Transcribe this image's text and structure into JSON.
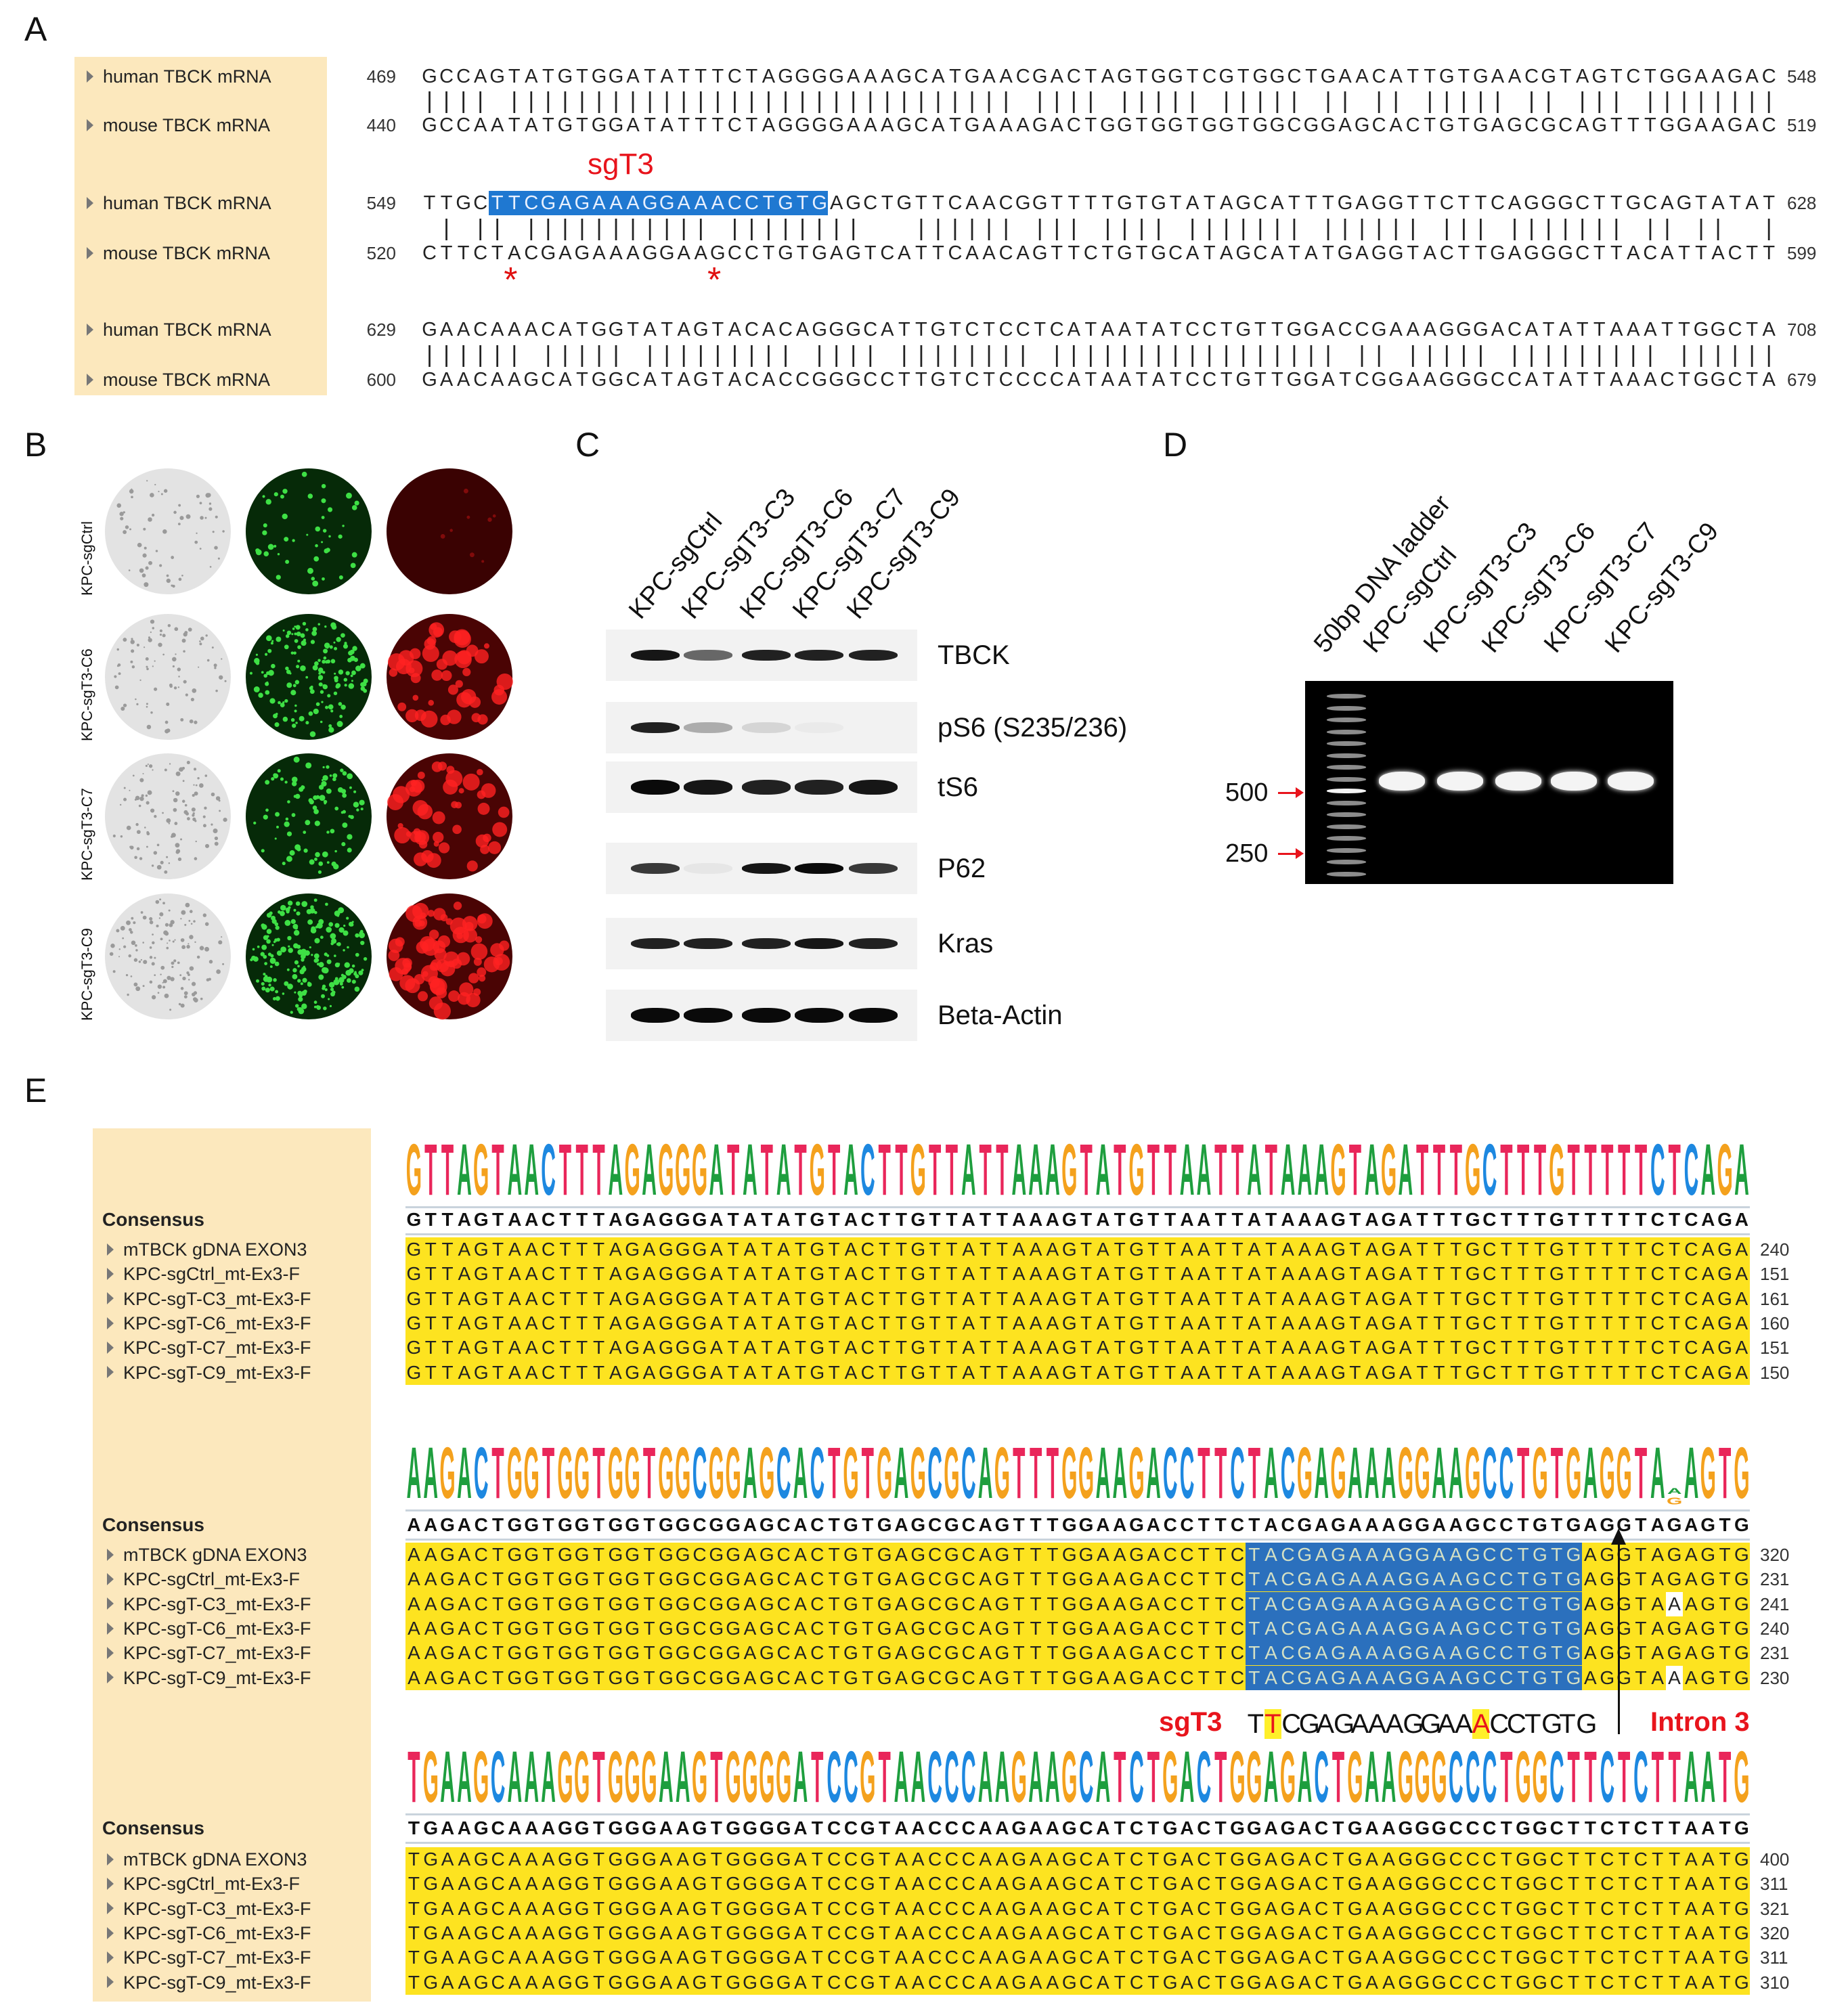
{
  "panel_labels": {
    "a": "A",
    "b": "B",
    "c": "C",
    "d": "D",
    "e": "E"
  },
  "panel_a": {
    "guide_label": "sgT3",
    "mismatch_mark": "*",
    "highlight_color": "#1f78d1",
    "blocks": [
      {
        "human": {
          "name": "human TBCK mRNA",
          "start": "469",
          "seq": "GCCAGTATGTGGATATTTCTAGGGGAAAGCATGAACGACTAGTGGTCGTGGCTGAACATTGTGAACGTAGTCTGGAAGAC",
          "end": "548"
        },
        "mouse": {
          "name": "mouse TBCK mRNA",
          "start": "440",
          "seq": "GCCAATATGTGGATATTTCTAGGGGAAAGCATGAAAGACTGGTGGTGGTGGCGGAGCACTGTGAGCGCAGTTTGGAAGAC",
          "end": "519"
        }
      },
      {
        "human": {
          "name": "human TBCK mRNA",
          "start": "549",
          "seq": "TTGCTTCGAGAAAGGAAACCTGTGAGCTGTTCAACGGTTTTGTGTATAGCATTTGAGGTTCTTCAGGGCTTGCAGTATAT",
          "end": "628"
        },
        "mouse": {
          "name": "mouse TBCK mRNA",
          "start": "520",
          "seq": "CTTCTACGAGAAAGGAAGCCTGTGAGTCATTCAACAGTTCTGTGCATAGCATATGAGGTACTTGAGGGCTTACATTACTT",
          "end": "599"
        },
        "guide_highlight": {
          "from": 4,
          "to": 23
        },
        "mouse_marked_positions": [
          5,
          17
        ]
      },
      {
        "human": {
          "name": "human TBCK mRNA",
          "start": "629",
          "seq": "GAACAAACATGGTATAGTACACAGGGCATTGTCTCCTCATAATATCCTGTTGGACCGAAAGGGACATATTAAATTGGCTA",
          "end": "708"
        },
        "mouse": {
          "name": "mouse TBCK mRNA",
          "start": "600",
          "seq": "GAACAAGCATGGCATAGTACACCGGGCCTTGTCTCCCCATAATATCCTGTTGGATCGGAAGGGCCATATTAAACTGGCTA",
          "end": "679"
        }
      }
    ]
  },
  "panel_b": {
    "row_labels": [
      "KPC-sgCtrl",
      "KPC-sgT3-C6",
      "KPC-sgT3-C7",
      "KPC-sgT3-C9"
    ]
  },
  "panel_c": {
    "lanes": [
      "KPC-sgCtrl",
      "KPC-sgT3-C3",
      "KPC-sgT3-C6",
      "KPC-sgT3-C7",
      "KPC-sgT3-C9"
    ],
    "blots": [
      {
        "protein": "TBCK",
        "band_intensity": [
          0.95,
          0.6,
          0.9,
          0.9,
          0.9
        ]
      },
      {
        "protein": "pS6 (S235/236)",
        "band_intensity": [
          0.9,
          0.3,
          0.12,
          0.03,
          0.0
        ]
      },
      {
        "protein": "tS6",
        "band_intensity": [
          1.0,
          0.95,
          0.9,
          0.9,
          0.95
        ]
      },
      {
        "protein": "P62",
        "band_intensity": [
          0.8,
          0.05,
          0.95,
          1.0,
          0.8
        ]
      },
      {
        "protein": "Kras",
        "band_intensity": [
          0.9,
          0.9,
          0.9,
          0.95,
          0.9
        ]
      },
      {
        "protein": "Beta-Actin",
        "band_intensity": [
          1.0,
          1.0,
          1.0,
          1.0,
          1.0
        ]
      }
    ]
  },
  "panel_d": {
    "lanes": [
      "50bp DNA ladder",
      "KPC-sgCtrl",
      "KPC-sgT3-C3",
      "KPC-sgT3-C6",
      "KPC-sgT3-C7",
      "KPC-sgT3-C9"
    ],
    "markers": [
      "500",
      "250"
    ],
    "marker_color": "#e8141c"
  },
  "panel_e": {
    "consensus_label": "Consensus",
    "samples": [
      "mTBCK gDNA EXON3",
      "KPC-sgCtrl_mt-Ex3-F",
      "KPC-sgT-C3_mt-Ex3-F",
      "KPC-sgT-C6_mt-Ex3-F",
      "KPC-sgT-C7_mt-Ex3-F",
      "KPC-sgT-C9_mt-Ex3-F"
    ],
    "logo_colors": {
      "A": "#1e9e3e",
      "C": "#1d88e0",
      "G": "#f4a11d",
      "T": "#e9265a"
    },
    "identity_color": "#fde320",
    "guide_color": "#2b70bd",
    "blocks": [
      {
        "consensus": "GTTAGTAACTTTAGAGGGATATATGTACTTGTTATTAAAGTATGTTAATTATAAAGTAGATTTGCTTTGTTTTTCTCAGA",
        "rows": [
          {
            "seq": "GTTAGTAACTTTAGAGGGATATATGTACTTGTTATTAAAGTATGTTAATTATAAAGTAGATTTGCTTTGTTTTTCTCAGA",
            "end": "240"
          },
          {
            "seq": "GTTAGTAACTTTAGAGGGATATATGTACTTGTTATTAAAGTATGTTAATTATAAAGTAGATTTGCTTTGTTTTTCTCAGA",
            "end": "151"
          },
          {
            "seq": "GTTAGTAACTTTAGAGGGATATATGTACTTGTTATTAAAGTATGTTAATTATAAAGTAGATTTGCTTTGTTTTTCTCAGA",
            "end": "161"
          },
          {
            "seq": "GTTAGTAACTTTAGAGGGATATATGTACTTGTTATTAAAGTATGTTAATTATAAAGTAGATTTGCTTTGTTTTTCTCAGA",
            "end": "160"
          },
          {
            "seq": "GTTAGTAACTTTAGAGGGATATATGTACTTGTTATTAAAGTATGTTAATTATAAAGTAGATTTGCTTTGTTTTTCTCAGA",
            "end": "151"
          },
          {
            "seq": "GTTAGTAACTTTAGAGGGATATATGTACTTGTTATTAAAGTATGTTAATTATAAAGTAGATTTGCTTTGTTTTTCTCAGA",
            "end": "150"
          }
        ]
      },
      {
        "consensus": "AAGACTGGTGGTGGTGGCGGAGCACTGTGAGCGCAGTTTGGAAGACCTTCTACGAGAAAGGAAGCCTGTGAGGTAGAGTG",
        "guide_highlight": {
          "from": 50,
          "to": 69
        },
        "rows": [
          {
            "seq": "AAGACTGGTGGTGGTGGCGGAGCACTGTGAGCGCAGTTTGGAAGACCTTCTACGAGAAAGGAAGCCTGTGAGGTAGAGTG",
            "end": "320"
          },
          {
            "seq": "AAGACTGGTGGTGGTGGCGGAGCACTGTGAGCGCAGTTTGGAAGACCTTCTACGAGAAAGGAAGCCTGTGAGGTAGAGTG",
            "end": "231"
          },
          {
            "seq": "AAGACTGGTGGTGGTGGCGGAGCACTGTGAGCGCAGTTTGGAAGACCTTCTACGAGAAAGGAAGCCTGTGAGGTAAAGTG",
            "end": "241"
          },
          {
            "seq": "AAGACTGGTGGTGGTGGCGGAGCACTGTGAGCGCAGTTTGGAAGACCTTCTACGAGAAAGGAAGCCTGTGAGGTAGAGTG",
            "end": "240"
          },
          {
            "seq": "AAGACTGGTGGTGGTGGCGGAGCACTGTGAGCGCAGTTTGGAAGACCTTCTACGAGAAAGGAAGCCTGTGAGGTAGAGTG",
            "end": "231"
          },
          {
            "seq": "AAGACTGGTGGTGGTGGCGGAGCACTGTGAGCGCAGTTTGGAAGACCTTCTACGAGAAAGGAAGCCTGTGAGGTAAAGTG",
            "end": "230"
          }
        ]
      },
      {
        "consensus": "TGAAGCAAAGGTGGGAAGTGGGGATCCGTAACCCAAGAAGCATCTGACTGGAGACTGAAGGGCCCTGGCTTCTCTTAATG",
        "rows": [
          {
            "seq": "TGAAGCAAAGGTGGGAAGTGGGGATCCGTAACCCAAGAAGCATCTGACTGGAGACTGAAGGGCCCTGGCTTCTCTTAATG",
            "end": "400"
          },
          {
            "seq": "TGAAGCAAAGGTGGGAAGTGGGGATCCGTAACCCAAGAAGCATCTGACTGGAGACTGAAGGGCCCTGGCTTCTCTTAATG",
            "end": "311"
          },
          {
            "seq": "TGAAGCAAAGGTGGGAAGTGGGGATCCGTAACCCAAGAAGCATCTGACTGGAGACTGAAGGGCCCTGGCTTCTCTTAATG",
            "end": "321"
          },
          {
            "seq": "TGAAGCAAAGGTGGGAAGTGGGGATCCGTAACCCAAGAAGCATCTGACTGGAGACTGAAGGGCCCTGGCTTCTCTTAATG",
            "end": "320"
          },
          {
            "seq": "TGAAGCAAAGGTGGGAAGTGGGGATCCGTAACCCAAGAAGCATCTGACTGGAGACTGAAGGGCCCTGGCTTCTCTTAATG",
            "end": "311"
          },
          {
            "seq": "TGAAGCAAAGGTGGGAAGTGGGGATCCGTAACCCAAGAAGCATCTGACTGGAGACTGAAGGGCCCTGGCTTCTCTTAATG",
            "end": "310"
          }
        ]
      }
    ],
    "annotation": {
      "guide_label": "sgT3",
      "guide_seq": "TTCGAGAAAGGAAACCTGTG",
      "guide_mismatch_positions": [
        1,
        13
      ],
      "intron_label": "Intron 3"
    }
  }
}
